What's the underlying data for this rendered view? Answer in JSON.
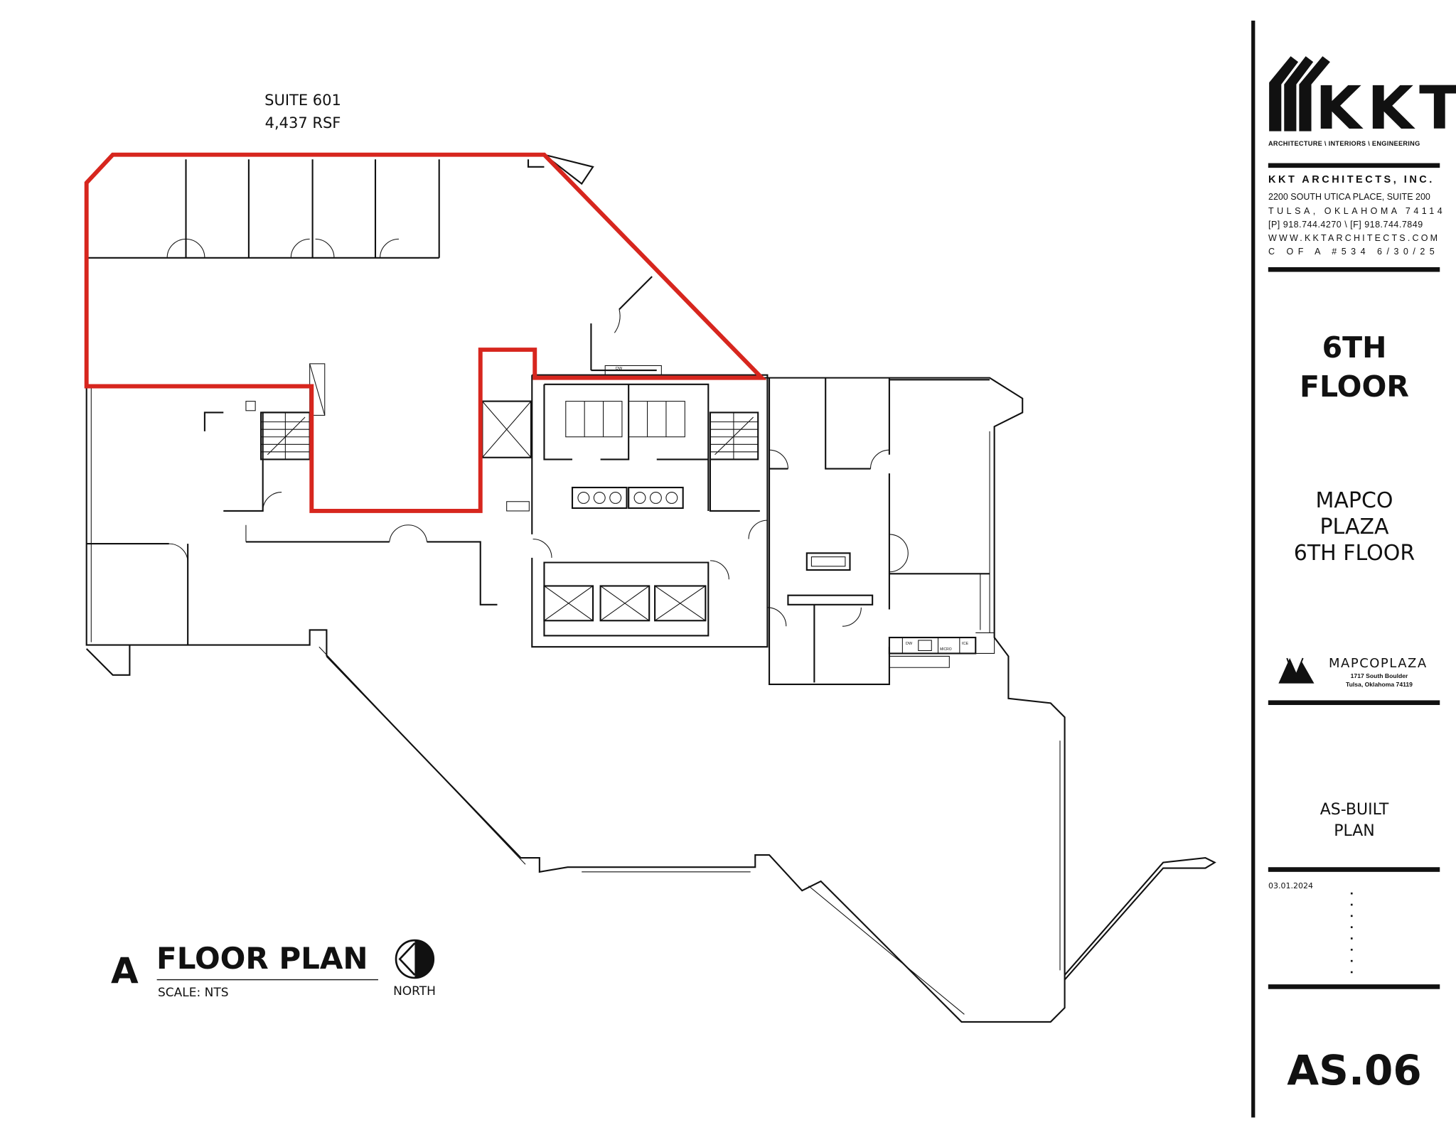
{
  "suite": {
    "name": "SUITE 601",
    "area": "4,437 RSF",
    "outline_color": "#d7261e"
  },
  "plan_labels": {
    "dw": "DW",
    "micro": "MICRO",
    "ice": "ICE"
  },
  "drawing_title": {
    "letter": "A",
    "title": "FLOOR PLAN",
    "scale": "SCALE:  NTS",
    "north": "NORTH",
    "north_icon": "north-arrow-icon"
  },
  "title_block": {
    "logo_text": "KKT",
    "logo_tagline": "ARCHITECTURE \\ INTERIORS \\ ENGINEERING",
    "firm": "KKT ARCHITECTS, INC.",
    "address_lines": [
      "2200 SOUTH UTICA PLACE, SUITE 200",
      "TULSA, OKLAHOMA 74114",
      "[P] 918.744.4270 \\ [F] 918.744.7849",
      "WWW.KKTARCHITECTS.COM",
      "C OF A #534 6/30/25"
    ],
    "floor_lines": [
      "6TH",
      "FLOOR"
    ],
    "project_lines": [
      "MAPCO",
      "PLAZA",
      "6TH FLOOR"
    ],
    "client_logo": {
      "name": "MAPCOPLAZA",
      "address1": "1717 South Boulder",
      "address2": "Tulsa, Oklahoma 74119"
    },
    "date": "03.01.2024",
    "sheet_title_lines": [
      "AS-BUILT",
      "PLAN"
    ],
    "sheet_number": "AS.06"
  }
}
